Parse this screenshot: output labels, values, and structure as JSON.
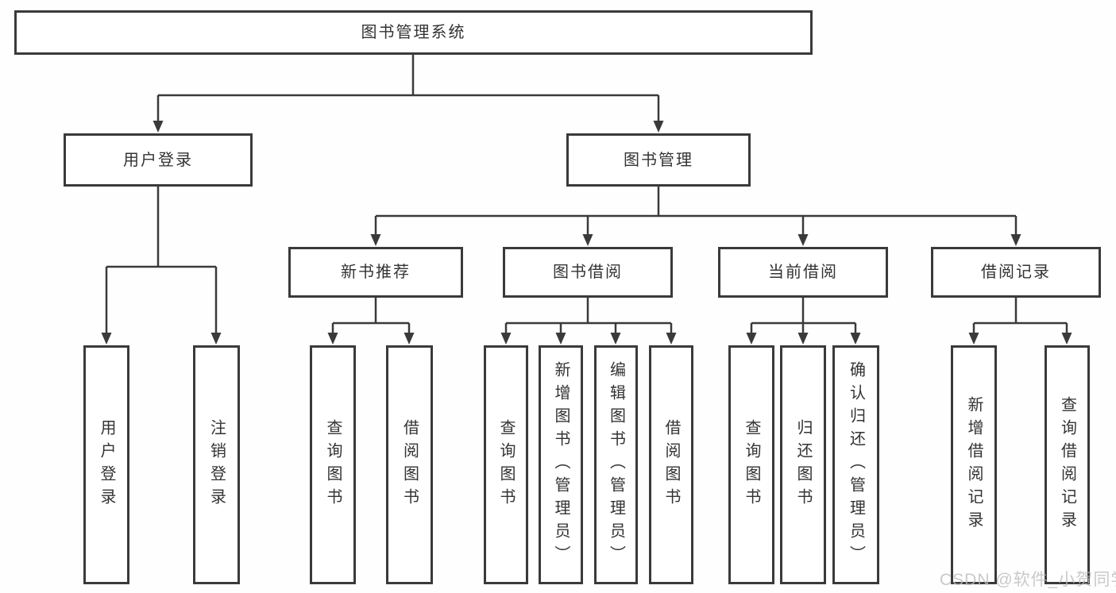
{
  "tree": {
    "label": "图书管理系统",
    "children": [
      {
        "label": "用户登录",
        "children": [
          {
            "label": "用户登录"
          },
          {
            "label": "注销登录"
          }
        ]
      },
      {
        "label": "图书管理",
        "children": [
          {
            "label": "新书推荐",
            "children": [
              {
                "label": "查询图书"
              },
              {
                "label": "借阅图书"
              }
            ]
          },
          {
            "label": "图书借阅",
            "children": [
              {
                "label": "查询图书"
              },
              {
                "label": "新增图书（管理员）"
              },
              {
                "label": "编辑图书（管理员）"
              },
              {
                "label": "借阅图书"
              }
            ]
          },
          {
            "label": "当前借阅",
            "children": [
              {
                "label": "查询图书"
              },
              {
                "label": "归还图书"
              },
              {
                "label": "确认归还（管理员）"
              }
            ]
          },
          {
            "label": "借阅记录",
            "children": [
              {
                "label": "新增借阅记录"
              },
              {
                "label": "查询借阅记录"
              }
            ]
          }
        ]
      }
    ]
  },
  "watermark": {
    "text": "CSDN @软件_小贺同学"
  },
  "colors": {
    "line": "#3a3a3a",
    "border": "#3a3a3a",
    "text": "#333333",
    "watermark": "#bcbcbc",
    "background": "#fefefe"
  }
}
